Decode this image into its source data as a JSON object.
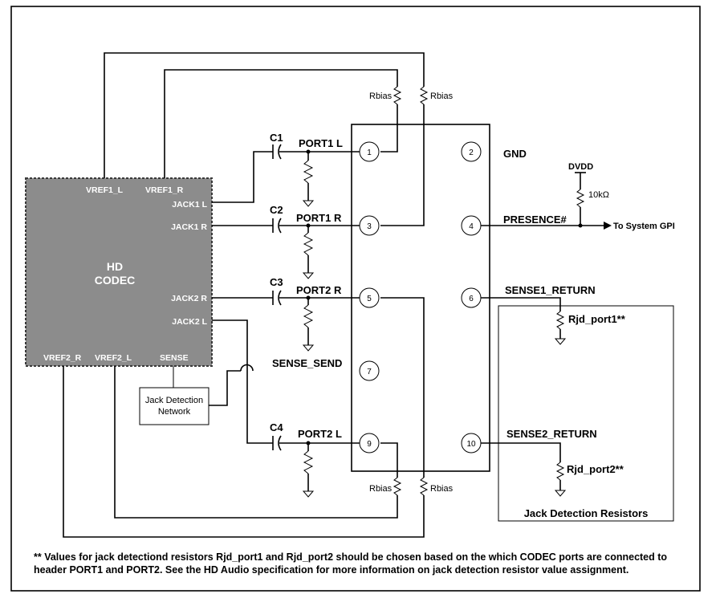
{
  "codec": {
    "title_line1": "HD",
    "title_line2": "CODEC",
    "vref1_l": "VREF1_L",
    "vref1_r": "VREF1_R",
    "jack1_l": "JACK1 L",
    "jack1_r": "JACK1 R",
    "jack2_r": "JACK2 R",
    "jack2_l": "JACK2 L",
    "vref2_r": "VREF2_R",
    "vref2_l": "VREF2_L",
    "sense": "SENSE"
  },
  "capacitors": {
    "c1": "C1",
    "c2": "C2",
    "c3": "C3",
    "c4": "C4"
  },
  "ports": {
    "port1_l": "PORT1 L",
    "port1_r": "PORT1 R",
    "port2_r": "PORT2 R",
    "port2_l": "PORT2 L",
    "sense_send": "SENSE_SEND"
  },
  "bias": {
    "rbias": "Rbias"
  },
  "header_pins": [
    "1",
    "2",
    "3",
    "4",
    "5",
    "6",
    "7",
    "9",
    "10"
  ],
  "signals": {
    "gnd": "GND",
    "presence": "PRESENCE#",
    "sense1_return": "SENSE1_RETURN",
    "sense2_return": "SENSE2_RETURN",
    "dvdd": "DVDD",
    "pullup": "10kΩ",
    "to_gpi": "To System GPI"
  },
  "jack_detection_network": {
    "line1": "Jack Detection",
    "line2": "Network"
  },
  "jack_detection_resistors": {
    "rjd_port1": "Rjd_port1**",
    "rjd_port2": "Rjd_port2**",
    "title": "Jack Detection Resistors"
  },
  "footnote": "** Values for jack detectiond resistors Rjd_port1 and Rjd_port2 should be chosen based on the which CODEC ports are connected to header PORT1 and PORT2.  See the HD Audio specification for more information on jack detection resistor value assignment.",
  "colors": {
    "codec_fill": "#8c8c8c",
    "line": "#000000",
    "background": "#ffffff"
  }
}
